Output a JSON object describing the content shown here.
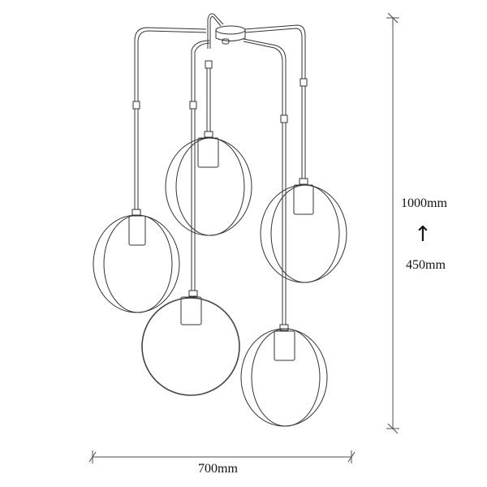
{
  "diagram": {
    "subject": "5-light pendant chandelier with ring shades",
    "dimensions": {
      "height_max": "1000mm",
      "height_min": "450mm",
      "height_arrow": "↑",
      "width": "700mm"
    },
    "pendants": [
      {
        "id": 1,
        "shade": "double-ring"
      },
      {
        "id": 2,
        "shade": "double-ring"
      },
      {
        "id": 3,
        "shade": "double-ring"
      },
      {
        "id": 4,
        "shade": "single-ring"
      },
      {
        "id": 5,
        "shade": "double-ring"
      }
    ],
    "colors": {
      "line": "#333333",
      "dimension_line": "#888888",
      "background": "#ffffff"
    }
  }
}
